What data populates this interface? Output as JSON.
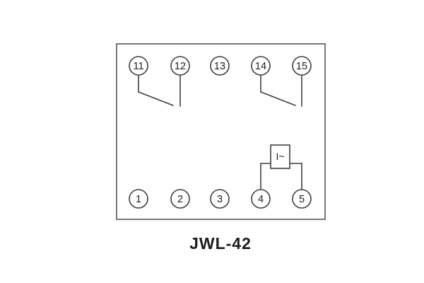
{
  "diagram": {
    "title": "JWL-42",
    "coil_label": "I~",
    "terminals_top": [
      "11",
      "12",
      "13",
      "14",
      "15"
    ],
    "terminals_bottom": [
      "1",
      "2",
      "3",
      "4",
      "5"
    ]
  }
}
